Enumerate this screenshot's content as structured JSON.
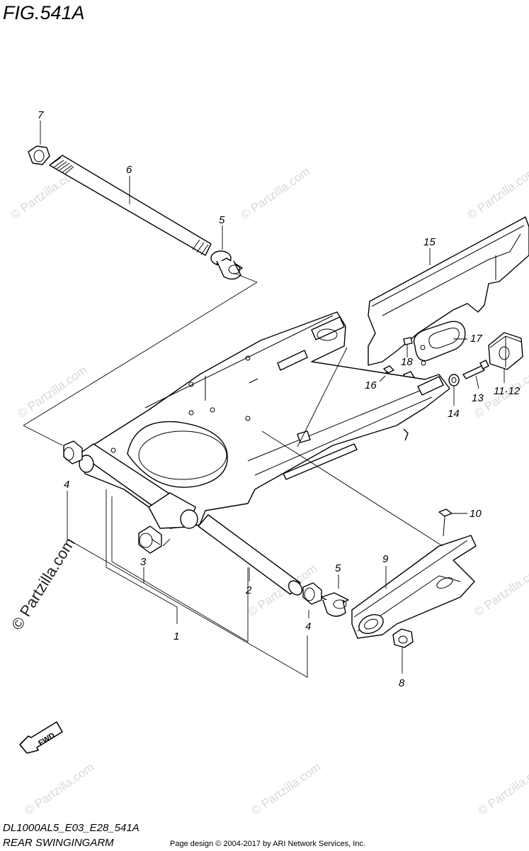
{
  "figure": {
    "title": "FIG.541A",
    "code": "DL1000AL5_E03_E28_541A",
    "name": "REAR SWINGINGARM",
    "copyright": "Page design © 2004-2017 by ARI Network Services, Inc.",
    "fwd_label": "FWD"
  },
  "watermark": {
    "text": "© Partzilla.com",
    "color": "#d8d8d8"
  },
  "callouts": [
    {
      "id": "c1",
      "label": "1",
      "part": "swingarm"
    },
    {
      "id": "c2",
      "label": "2",
      "part": "pipe"
    },
    {
      "id": "c3",
      "label": "3",
      "part": "bearing"
    },
    {
      "id": "c4a",
      "label": "4",
      "part": "bearing-left"
    },
    {
      "id": "c4b",
      "label": "4",
      "part": "bearing-right"
    },
    {
      "id": "c5a",
      "label": "5",
      "part": "bushing-upper"
    },
    {
      "id": "c5b",
      "label": "5",
      "part": "bushing-lower"
    },
    {
      "id": "c6",
      "label": "6",
      "part": "pivot-shaft"
    },
    {
      "id": "c7",
      "label": "7",
      "part": "pivot-nut"
    },
    {
      "id": "c8",
      "label": "8",
      "part": "nut"
    },
    {
      "id": "c9",
      "label": "9",
      "part": "chain-buffer"
    },
    {
      "id": "c10",
      "label": "10",
      "part": "screw"
    },
    {
      "id": "c1112",
      "label": "11·12",
      "part": "chain-guide"
    },
    {
      "id": "c13",
      "label": "13",
      "part": "bolt"
    },
    {
      "id": "c14",
      "label": "14",
      "part": "washer"
    },
    {
      "id": "c15",
      "label": "15",
      "part": "chain-cover"
    },
    {
      "id": "c16",
      "label": "16",
      "part": "screw"
    },
    {
      "id": "c17",
      "label": "17",
      "part": "gasket-plate"
    },
    {
      "id": "c18",
      "label": "18",
      "part": "screw"
    }
  ]
}
